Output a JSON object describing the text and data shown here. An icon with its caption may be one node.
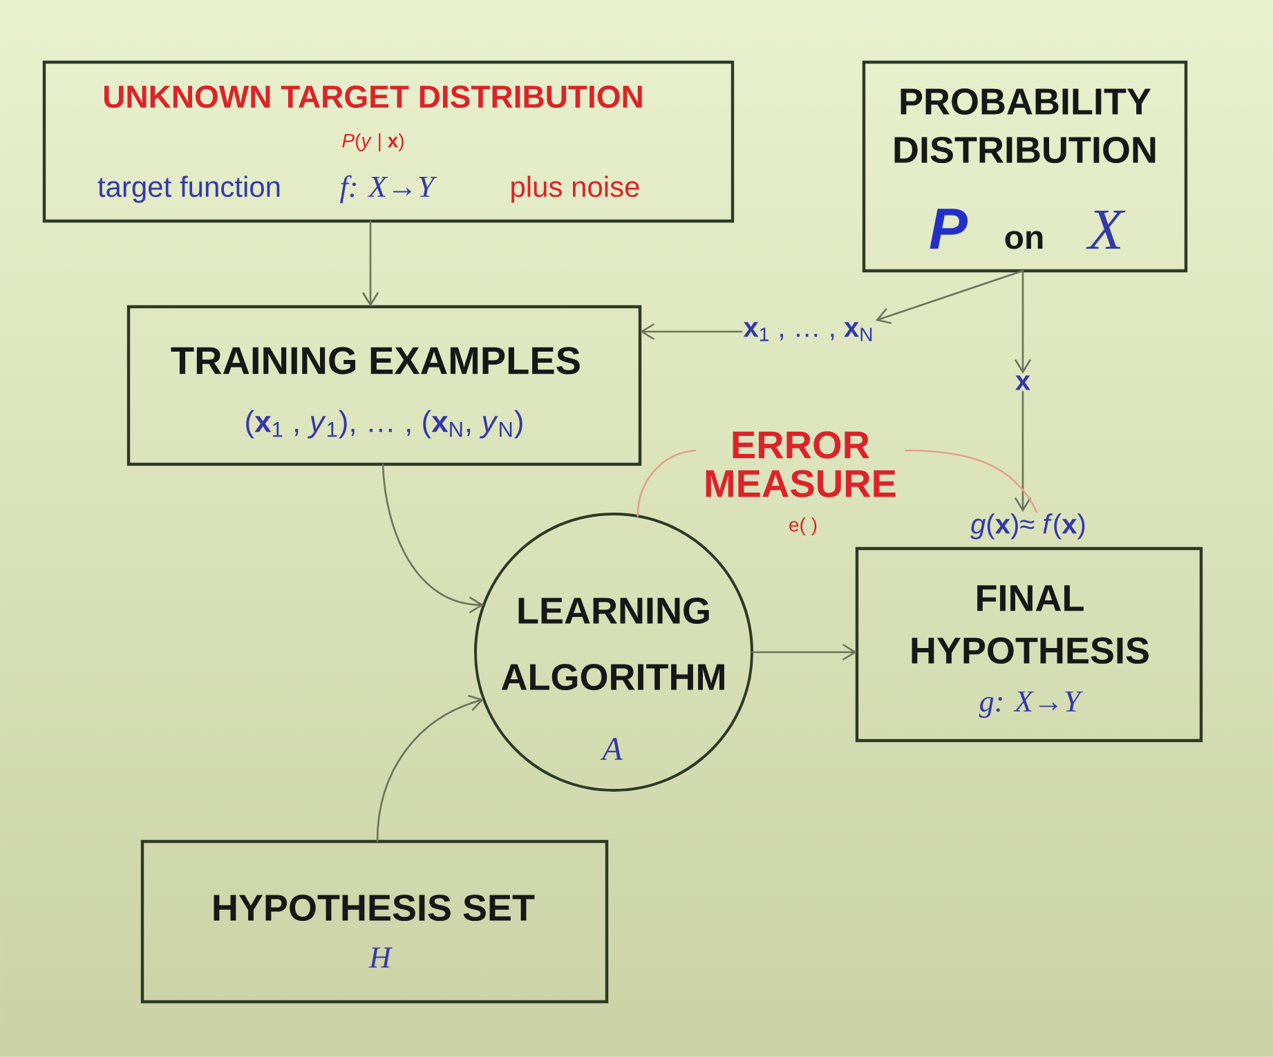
{
  "diagram": {
    "nodes": [
      {
        "text": [
          "UNKNOWN TARGET DISTRIBUTION",
          "*P*(*y* | **x**)",
          "target function",
          "f: X→Y",
          "plus noise"
        ]
      },
      {
        "text": [
          "PROBABILITY DISTRIBUTION",
          "P",
          "on",
          "X"
        ]
      },
      {
        "text": [
          "TRAINING EXAMPLES",
          "(**x**$_{1}$ , *y*$_{1}$), … , (**x**$_{N}$, *y*$_{N}$)"
        ]
      },
      {
        "text": [
          "**x**$_{1}$ , … , **x**$_{N}$"
        ]
      },
      {
        "text": [
          "x"
        ]
      },
      {
        "text": [
          "ERROR MEASURE",
          "e( )"
        ]
      },
      {
        "text": [
          "*g*(**x**)≈ *f*(**x**)"
        ]
      },
      {
        "text": [
          "LEARNING ALGORITHM",
          "A"
        ]
      },
      {
        "text": [
          "FINAL HYPOTHESIS",
          "g: X→Y"
        ]
      },
      {
        "text": [
          "HYPOTHESIS SET",
          "H"
        ]
      }
    ],
    "edges": [
      {
        "from": 0,
        "to": 2,
        "arrow": "to"
      },
      {
        "from": 1,
        "to": 3,
        "arrow": "to"
      },
      {
        "from": 3,
        "to": 2,
        "arrow": "to"
      },
      {
        "from": 1,
        "to": 4,
        "arrow": "to"
      },
      {
        "from": 4,
        "to": 6,
        "arrow": "to"
      },
      {
        "from": 2,
        "to": 7,
        "arrow": "to"
      },
      {
        "from": 9,
        "to": 7,
        "arrow": "to"
      },
      {
        "from": 7,
        "to": 8,
        "arrow": "to"
      },
      {
        "from": 5,
        "to": 7,
        "arrow": "none",
        "color": "#e2a08c"
      },
      {
        "from": 5,
        "to": 6,
        "arrow": "none",
        "color": "#e2a08c"
      }
    ]
  }
}
